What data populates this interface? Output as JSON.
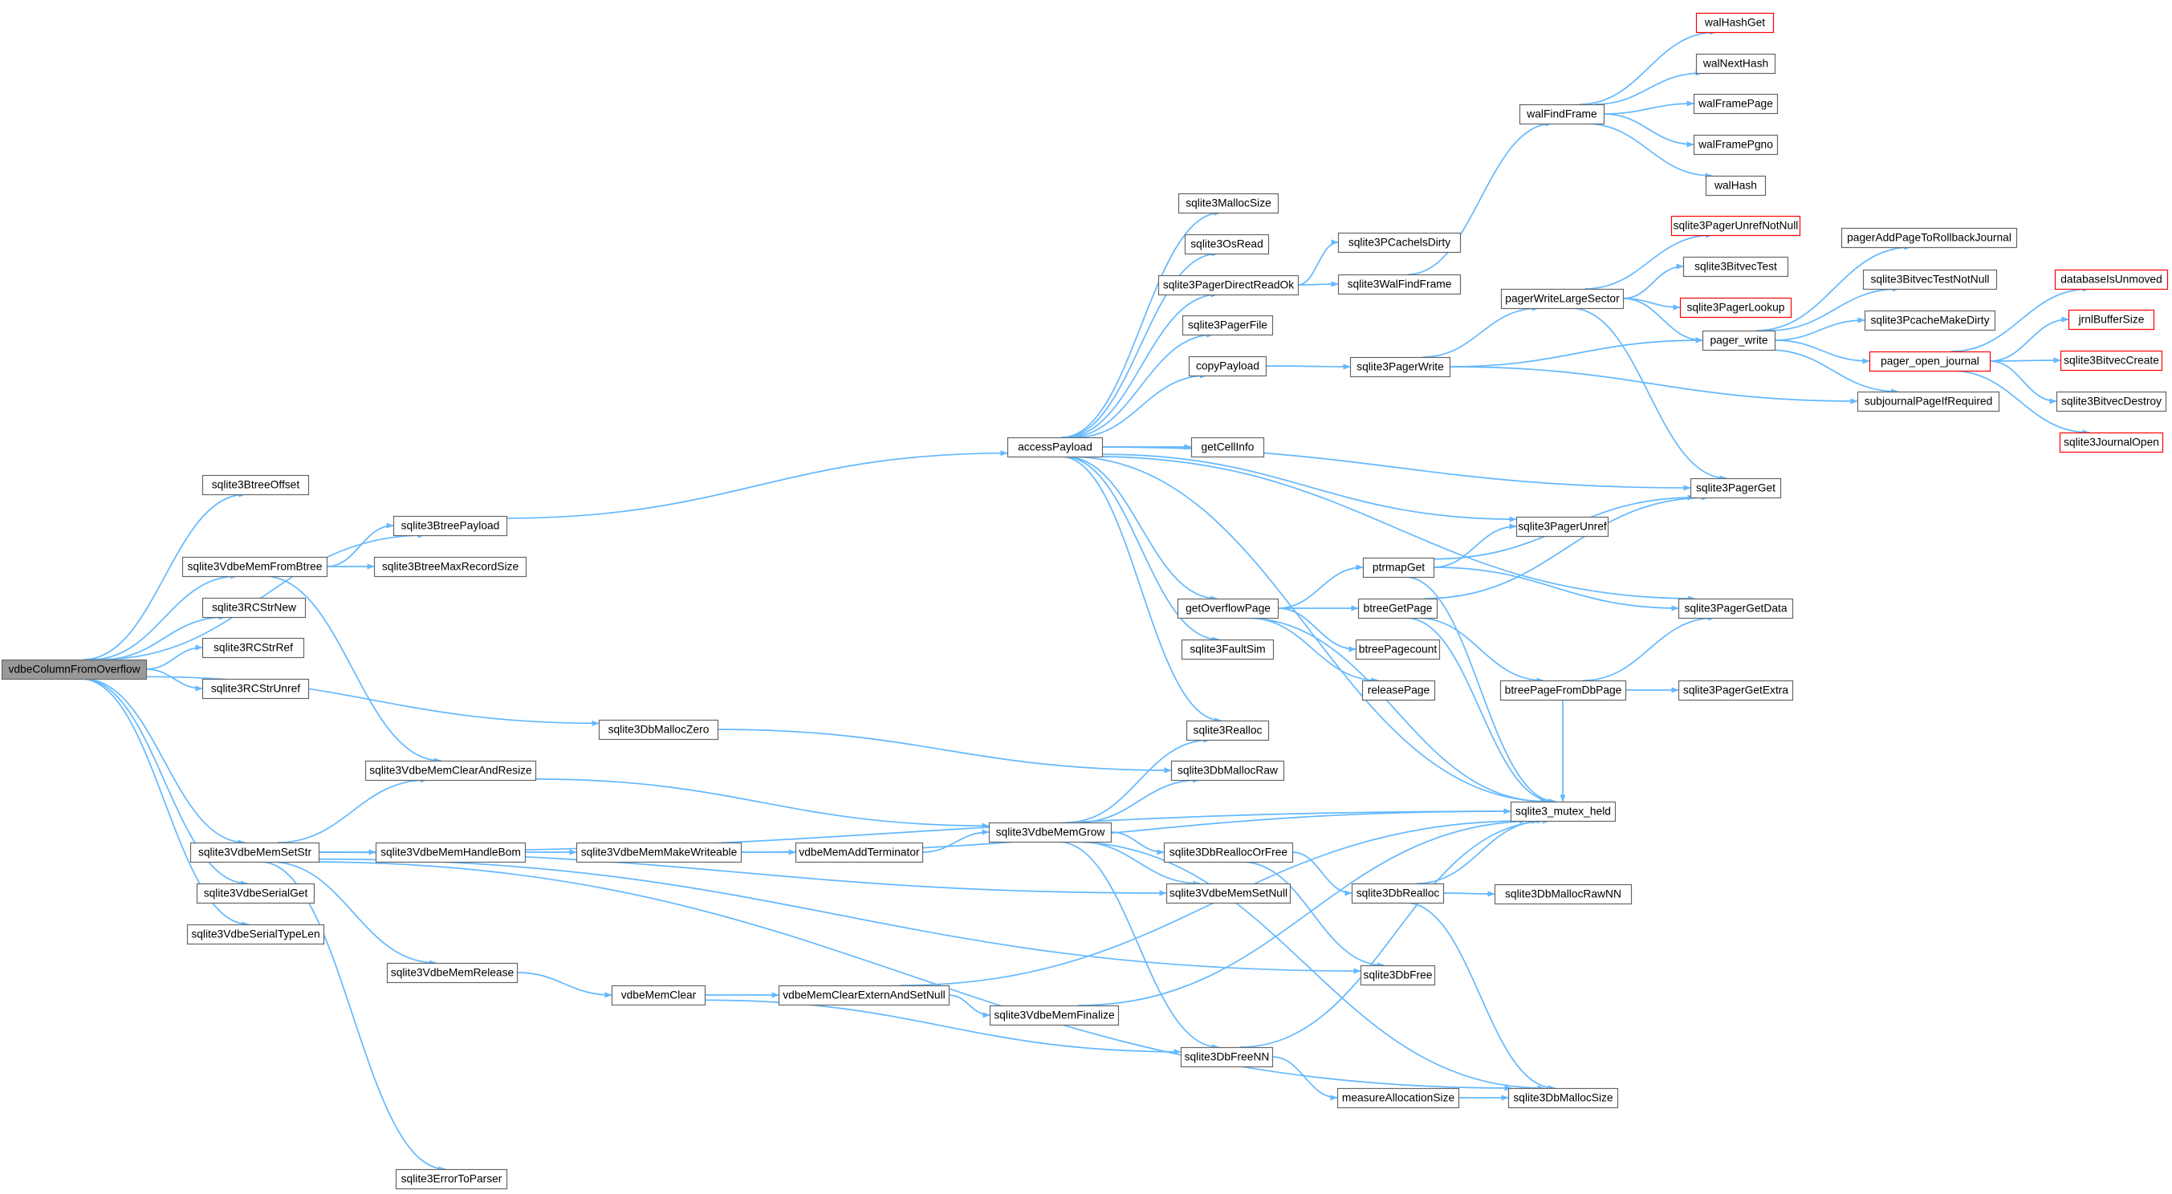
{
  "graph": {
    "title": "",
    "nodes": {
      "vdbeColumnFromOverflow": "vdbeColumnFromOverflow",
      "sqlite3BtreeOffset": "sqlite3BtreeOffset",
      "sqlite3BtreePayload": "sqlite3BtreePayload",
      "sqlite3VdbeMemFromBtree": "sqlite3VdbeMemFromBtree",
      "sqlite3BtreeMaxRecordSize": "sqlite3BtreeMaxRecordSize",
      "sqlite3RCStrNew": "sqlite3RCStrNew",
      "sqlite3RCStrRef": "sqlite3RCStrRef",
      "sqlite3RCStrUnref": "sqlite3RCStrUnref",
      "sqlite3DbMallocZero": "sqlite3DbMallocZero",
      "sqlite3VdbeMemClearAndResize": "sqlite3VdbeMemClearAndResize",
      "sqlite3VdbeMemSetStr": "sqlite3VdbeMemSetStr",
      "sqlite3VdbeSerialGet": "sqlite3VdbeSerialGet",
      "sqlite3VdbeSerialTypeLen": "sqlite3VdbeSerialTypeLen",
      "sqlite3VdbeMemHandleBom": "sqlite3VdbeMemHandleBom",
      "sqlite3VdbeMemMakeWriteable": "sqlite3VdbeMemMakeWriteable",
      "vdbeMemAddTerminator": "vdbeMemAddTerminator",
      "sqlite3VdbeMemGrow": "sqlite3VdbeMemGrow",
      "sqlite3VdbeMemRelease": "sqlite3VdbeMemRelease",
      "vdbeMemClear": "vdbeMemClear",
      "vdbeMemClearExternAndSetNull": "vdbeMemClearExternAndSetNull",
      "sqlite3VdbeMemFinalize": "sqlite3VdbeMemFinalize",
      "sqlite3ErrorToParser": "sqlite3ErrorToParser",
      "accessPayload": "accessPayload",
      "sqlite3MallocSize": "sqlite3MallocSize",
      "sqlite3OsRead": "sqlite3OsRead",
      "sqlite3PagerDirectReadOk": "sqlite3PagerDirectReadOk",
      "sqlite3PagerFile": "sqlite3PagerFile",
      "copyPayload": "copyPayload",
      "getCellInfo": "getCellInfo",
      "getOverflowPage": "getOverflowPage",
      "sqlite3FaultSim": "sqlite3FaultSim",
      "sqlite3Realloc": "sqlite3Realloc",
      "sqlite3DbMallocRaw": "sqlite3DbMallocRaw",
      "sqlite3DbReallocOrFree": "sqlite3DbReallocOrFree",
      "sqlite3VdbeMemSetNull": "sqlite3VdbeMemSetNull",
      "sqlite3DbFreeNN": "sqlite3DbFreeNN",
      "sqlite3PCachelsDirty": "sqlite3PCachelsDirty",
      "sqlite3WalFindFrame": "sqlite3WalFindFrame",
      "sqlite3PagerWrite": "sqlite3PagerWrite",
      "ptrmapGet": "ptrmapGet",
      "btreeGetPage": "btreeGetPage",
      "btreePagecount": "btreePagecount",
      "releasePage": "releasePage",
      "sqlite3DbRealloc": "sqlite3DbRealloc",
      "sqlite3DbFree": "sqlite3DbFree",
      "measureAllocationSize": "measureAllocationSize",
      "walFindFrame": "walFindFrame",
      "pagerWriteLargeSector": "pagerWriteLargeSector",
      "sqlite3PagerUnref": "sqlite3PagerUnref",
      "btreePageFromDbPage": "btreePageFromDbPage",
      "sqlite3_mutex_held": "sqlite3_mutex_held",
      "sqlite3DbMallocRawNN": "sqlite3DbMallocRawNN",
      "sqlite3DbMallocSize": "sqlite3DbMallocSize",
      "walHashGet": "walHashGet",
      "walNextHash": "walNextHash",
      "walFramePage": "walFramePage",
      "walFramePgno": "walFramePgno",
      "walHash": "walHash",
      "sqlite3PagerUnrefNotNull": "sqlite3PagerUnrefNotNull",
      "sqlite3BitvecTest": "sqlite3BitvecTest",
      "sqlite3PagerLookup": "sqlite3PagerLookup",
      "pager_write": "pager_write",
      "sqlite3PagerGet": "sqlite3PagerGet",
      "sqlite3PagerGetData": "sqlite3PagerGetData",
      "sqlite3PagerGetExtra": "sqlite3PagerGetExtra",
      "pagerAddPageToRollbackJournal": "pagerAddPageToRollbackJournal",
      "sqlite3BitvecTestNotNull": "sqlite3BitvecTestNotNull",
      "sqlite3PcacheMakeDirty": "sqlite3PcacheMakeDirty",
      "pager_open_journal": "pager_open_journal",
      "subjournalPageIfRequired": "subjournalPageIfRequired",
      "databaseIsUnmoved": "databaseIsUnmoved",
      "jrnlBufferSize": "jrnlBufferSize",
      "sqlite3BitvecCreate": "sqlite3BitvecCreate",
      "sqlite3BitvecDestroy": "sqlite3BitvecDestroy",
      "sqlite3JournalOpen": "sqlite3JournalOpen"
    },
    "root": "vdbeColumnFromOverflow",
    "truncated_nodes": [
      "walHashGet",
      "sqlite3PagerUnrefNotNull",
      "sqlite3PagerLookup",
      "pager_open_journal",
      "databaseIsUnmoved",
      "jrnlBufferSize",
      "sqlite3BitvecCreate",
      "sqlite3JournalOpen"
    ],
    "edges": [
      [
        "vdbeColumnFromOverflow",
        "sqlite3BtreeOffset"
      ],
      [
        "vdbeColumnFromOverflow",
        "sqlite3BtreePayload"
      ],
      [
        "vdbeColumnFromOverflow",
        "sqlite3VdbeMemFromBtree"
      ],
      [
        "vdbeColumnFromOverflow",
        "sqlite3RCStrNew"
      ],
      [
        "vdbeColumnFromOverflow",
        "sqlite3RCStrRef"
      ],
      [
        "vdbeColumnFromOverflow",
        "sqlite3RCStrUnref"
      ],
      [
        "vdbeColumnFromOverflow",
        "sqlite3DbMallocZero"
      ],
      [
        "vdbeColumnFromOverflow",
        "sqlite3VdbeMemSetStr"
      ],
      [
        "vdbeColumnFromOverflow",
        "sqlite3VdbeSerialGet"
      ],
      [
        "vdbeColumnFromOverflow",
        "sqlite3VdbeSerialTypeLen"
      ],
      [
        "sqlite3VdbeMemFromBtree",
        "sqlite3BtreePayload"
      ],
      [
        "sqlite3VdbeMemFromBtree",
        "sqlite3BtreeMaxRecordSize"
      ],
      [
        "sqlite3VdbeMemFromBtree",
        "sqlite3VdbeMemClearAndResize"
      ],
      [
        "sqlite3BtreePayload",
        "accessPayload"
      ],
      [
        "sqlite3DbMallocZero",
        "sqlite3DbMallocRaw"
      ],
      [
        "sqlite3VdbeMemClearAndResize",
        "sqlite3VdbeMemGrow"
      ],
      [
        "sqlite3VdbeMemSetStr",
        "sqlite3VdbeMemClearAndResize"
      ],
      [
        "sqlite3VdbeMemSetStr",
        "sqlite3VdbeMemHandleBom"
      ],
      [
        "sqlite3VdbeMemSetStr",
        "sqlite3_mutex_held"
      ],
      [
        "sqlite3VdbeMemSetStr",
        "sqlite3VdbeMemSetNull"
      ],
      [
        "sqlite3VdbeMemSetStr",
        "sqlite3VdbeMemRelease"
      ],
      [
        "sqlite3VdbeMemSetStr",
        "sqlite3DbFree"
      ],
      [
        "sqlite3VdbeMemSetStr",
        "sqlite3DbMallocSize"
      ],
      [
        "sqlite3VdbeMemSetStr",
        "sqlite3ErrorToParser"
      ],
      [
        "sqlite3VdbeMemHandleBom",
        "sqlite3VdbeMemMakeWriteable"
      ],
      [
        "sqlite3VdbeMemMakeWriteable",
        "vdbeMemAddTerminator"
      ],
      [
        "sqlite3VdbeMemMakeWriteable",
        "sqlite3_mutex_held"
      ],
      [
        "vdbeMemAddTerminator",
        "sqlite3VdbeMemGrow"
      ],
      [
        "sqlite3VdbeMemGrow",
        "sqlite3Realloc"
      ],
      [
        "sqlite3VdbeMemGrow",
        "sqlite3DbMallocRaw"
      ],
      [
        "sqlite3VdbeMemGrow",
        "sqlite3DbReallocOrFree"
      ],
      [
        "sqlite3VdbeMemGrow",
        "sqlite3VdbeMemSetNull"
      ],
      [
        "sqlite3VdbeMemGrow",
        "sqlite3DbFreeNN"
      ],
      [
        "sqlite3VdbeMemGrow",
        "sqlite3DbMallocSize"
      ],
      [
        "sqlite3VdbeMemRelease",
        "vdbeMemClear"
      ],
      [
        "vdbeMemClear",
        "vdbeMemClearExternAndSetNull"
      ],
      [
        "vdbeMemClear",
        "sqlite3DbFreeNN"
      ],
      [
        "vdbeMemClearExternAndSetNull",
        "sqlite3VdbeMemFinalize"
      ],
      [
        "vdbeMemClearExternAndSetNull",
        "sqlite3_mutex_held"
      ],
      [
        "sqlite3VdbeMemFinalize",
        "sqlite3_mutex_held"
      ],
      [
        "accessPayload",
        "sqlite3MallocSize"
      ],
      [
        "accessPayload",
        "sqlite3OsRead"
      ],
      [
        "accessPayload",
        "sqlite3PagerDirectReadOk"
      ],
      [
        "accessPayload",
        "sqlite3PagerFile"
      ],
      [
        "accessPayload",
        "copyPayload"
      ],
      [
        "accessPayload",
        "getCellInfo"
      ],
      [
        "accessPayload",
        "getOverflowPage"
      ],
      [
        "accessPayload",
        "sqlite3FaultSim"
      ],
      [
        "accessPayload",
        "sqlite3Realloc"
      ],
      [
        "accessPayload",
        "sqlite3PagerGet"
      ],
      [
        "accessPayload",
        "sqlite3PagerUnref"
      ],
      [
        "accessPayload",
        "sqlite3PagerGetData"
      ],
      [
        "accessPayload",
        "sqlite3_mutex_held"
      ],
      [
        "sqlite3PagerDirectReadOk",
        "sqlite3PCachelsDirty"
      ],
      [
        "sqlite3PagerDirectReadOk",
        "sqlite3WalFindFrame"
      ],
      [
        "sqlite3WalFindFrame",
        "walFindFrame"
      ],
      [
        "walFindFrame",
        "walHashGet"
      ],
      [
        "walFindFrame",
        "walNextHash"
      ],
      [
        "walFindFrame",
        "walFramePage"
      ],
      [
        "walFindFrame",
        "walFramePgno"
      ],
      [
        "walFindFrame",
        "walHash"
      ],
      [
        "copyPayload",
        "sqlite3PagerWrite"
      ],
      [
        "sqlite3PagerWrite",
        "pagerWriteLargeSector"
      ],
      [
        "sqlite3PagerWrite",
        "pager_write"
      ],
      [
        "sqlite3PagerWrite",
        "subjournalPageIfRequired"
      ],
      [
        "pagerWriteLargeSector",
        "sqlite3PagerUnrefNotNull"
      ],
      [
        "pagerWriteLargeSector",
        "sqlite3BitvecTest"
      ],
      [
        "pagerWriteLargeSector",
        "sqlite3PagerLookup"
      ],
      [
        "pagerWriteLargeSector",
        "pager_write"
      ],
      [
        "pagerWriteLargeSector",
        "sqlite3PagerGet"
      ],
      [
        "pager_write",
        "pagerAddPageToRollbackJournal"
      ],
      [
        "pager_write",
        "sqlite3BitvecTestNotNull"
      ],
      [
        "pager_write",
        "sqlite3PcacheMakeDirty"
      ],
      [
        "pager_write",
        "pager_open_journal"
      ],
      [
        "pager_write",
        "subjournalPageIfRequired"
      ],
      [
        "pager_open_journal",
        "databaseIsUnmoved"
      ],
      [
        "pager_open_journal",
        "jrnlBufferSize"
      ],
      [
        "pager_open_journal",
        "sqlite3BitvecCreate"
      ],
      [
        "pager_open_journal",
        "sqlite3BitvecDestroy"
      ],
      [
        "pager_open_journal",
        "sqlite3JournalOpen"
      ],
      [
        "getOverflowPage",
        "ptrmapGet"
      ],
      [
        "getOverflowPage",
        "btreeGetPage"
      ],
      [
        "getOverflowPage",
        "btreePagecount"
      ],
      [
        "getOverflowPage",
        "releasePage"
      ],
      [
        "getOverflowPage",
        "sqlite3_mutex_held"
      ],
      [
        "ptrmapGet",
        "sqlite3PagerUnref"
      ],
      [
        "ptrmapGet",
        "sqlite3PagerGet"
      ],
      [
        "ptrmapGet",
        "sqlite3PagerGetData"
      ],
      [
        "ptrmapGet",
        "sqlite3_mutex_held"
      ],
      [
        "btreeGetPage",
        "sqlite3PagerGet"
      ],
      [
        "btreeGetPage",
        "btreePageFromDbPage"
      ],
      [
        "btreeGetPage",
        "sqlite3_mutex_held"
      ],
      [
        "btreePageFromDbPage",
        "sqlite3PagerGetData"
      ],
      [
        "btreePageFromDbPage",
        "sqlite3PagerGetExtra"
      ],
      [
        "btreePageFromDbPage",
        "sqlite3_mutex_held"
      ],
      [
        "sqlite3DbReallocOrFree",
        "sqlite3DbRealloc"
      ],
      [
        "sqlite3DbReallocOrFree",
        "sqlite3DbFree"
      ],
      [
        "sqlite3DbRealloc",
        "sqlite3DbMallocRawNN"
      ],
      [
        "sqlite3DbRealloc",
        "sqlite3_mutex_held"
      ],
      [
        "sqlite3DbRealloc",
        "sqlite3DbMallocSize"
      ],
      [
        "sqlite3DbFreeNN",
        "measureAllocationSize"
      ],
      [
        "sqlite3DbFreeNN",
        "sqlite3_mutex_held"
      ],
      [
        "measureAllocationSize",
        "sqlite3DbMallocSize"
      ]
    ]
  }
}
